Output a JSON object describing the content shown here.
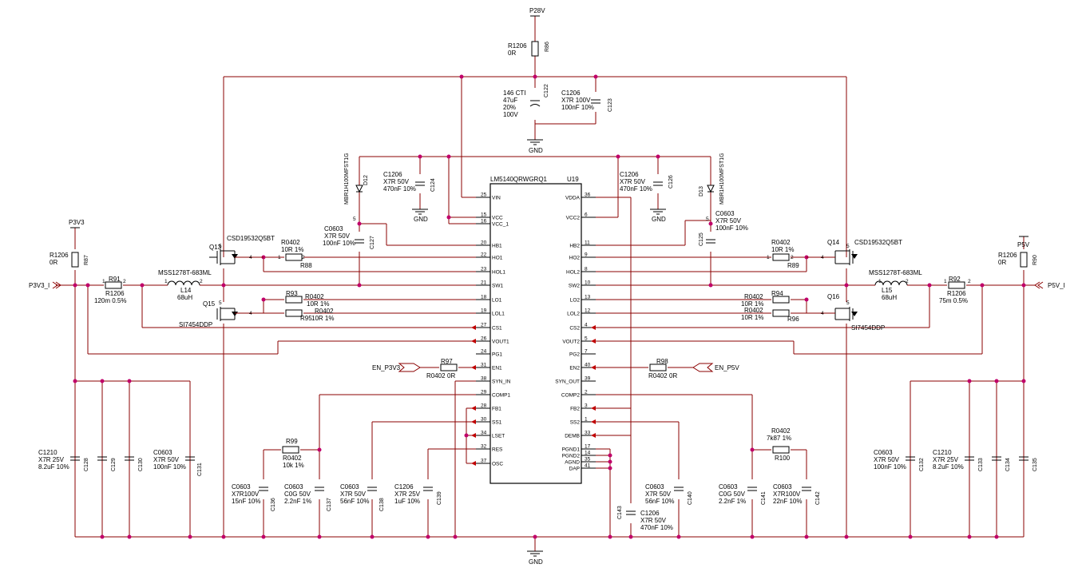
{
  "rails": {
    "top": "P28V",
    "left": "P3V3",
    "right": "P5V",
    "gnd_top": "GND",
    "gnd_bottom": "GND",
    "gnd_c124": "GND",
    "gnd_c126": "GND"
  },
  "ports": {
    "p3v3_i": "P3V3_I",
    "p5v_i": "P5V_I",
    "en_p3v3": "EN_P3V3",
    "en_p5v": "EN_P5V"
  },
  "ic": {
    "part": "LM5140QRWGRQ1",
    "ref": "U19",
    "left_pins": [
      {
        "num": "25",
        "name": "VIN"
      },
      {
        "num": "15",
        "name": "VCC"
      },
      {
        "num": "16",
        "name": "VCC_1"
      },
      {
        "num": "20",
        "name": "HB1"
      },
      {
        "num": "22",
        "name": "HO1"
      },
      {
        "num": "23",
        "name": "HOL1"
      },
      {
        "num": "21",
        "name": "SW1"
      },
      {
        "num": "18",
        "name": "LO1"
      },
      {
        "num": "19",
        "name": "LOL1"
      },
      {
        "num": "27",
        "name": "CS1"
      },
      {
        "num": "26",
        "name": "VOUT1"
      },
      {
        "num": "24",
        "name": "PG1"
      },
      {
        "num": "31",
        "name": "EN1"
      },
      {
        "num": "38",
        "name": "SYN_IN"
      },
      {
        "num": "29",
        "name": "COMP1"
      },
      {
        "num": "28",
        "name": "FB1"
      },
      {
        "num": "30",
        "name": "SS1"
      },
      {
        "num": "34",
        "name": "LSET"
      },
      {
        "num": "32",
        "name": "RES"
      },
      {
        "num": "37",
        "name": "OSC"
      }
    ],
    "right_pins": [
      {
        "num": "36",
        "name": "VDDA"
      },
      {
        "num": "6",
        "name": "VCC2"
      },
      {
        "num": "11",
        "name": "HB2"
      },
      {
        "num": "9",
        "name": "HO2"
      },
      {
        "num": "8",
        "name": "HOL2"
      },
      {
        "num": "10",
        "name": "SW2"
      },
      {
        "num": "13",
        "name": "LO2"
      },
      {
        "num": "12",
        "name": "LOL2"
      },
      {
        "num": "4",
        "name": "CS2"
      },
      {
        "num": "5",
        "name": "VOUT2"
      },
      {
        "num": "7",
        "name": "PG2"
      },
      {
        "num": "40",
        "name": "EN2"
      },
      {
        "num": "39",
        "name": "SYN_OUT"
      },
      {
        "num": "2",
        "name": "COMP2"
      },
      {
        "num": "3",
        "name": "FB2"
      },
      {
        "num": "1",
        "name": "SS2"
      },
      {
        "num": "33",
        "name": "DEMB"
      },
      {
        "num": "17",
        "name": "PGND1"
      },
      {
        "num": "14",
        "name": "PGND2"
      },
      {
        "num": "35",
        "name": "AGND"
      },
      {
        "num": "41",
        "name": "DAP"
      }
    ]
  },
  "transistors": {
    "q13": {
      "ref": "Q13",
      "part": "CSD19532Q5BT"
    },
    "q14": {
      "ref": "Q14",
      "part": "CSD19532Q5BT"
    },
    "q15": {
      "ref": "Q15",
      "part": "SI7454DDP"
    },
    "q16": {
      "ref": "Q16",
      "part": "SI7454DDP"
    }
  },
  "diodes": {
    "d12": {
      "ref": "D12",
      "part": "MBR1H100MFST1G"
    },
    "d13": {
      "ref": "D13",
      "part": "MBR1H100MFST1G"
    }
  },
  "inductors": {
    "l14": {
      "ref": "L14",
      "part": "MSS1278T-683ML",
      "value": "68uH"
    },
    "l15": {
      "ref": "L15",
      "part": "MSS1278T-683ML",
      "value": "68uH"
    }
  },
  "resistors": {
    "r86": {
      "ref": "R86",
      "pkg": "R1206",
      "value": "0R"
    },
    "r87": {
      "ref": "R87",
      "pkg": "R1206",
      "value": "0R"
    },
    "r90": {
      "ref": "R90",
      "pkg": "R1206",
      "value": "0R"
    },
    "r91": {
      "ref": "R91",
      "pkg": "R1206",
      "value": "120m 0.5%"
    },
    "r92": {
      "ref": "R92",
      "pkg": "R1206",
      "value": "75m 0.5%"
    },
    "r88": {
      "ref": "R88",
      "pkg": "R0402",
      "value": "10R 1%"
    },
    "r89": {
      "ref": "R89",
      "pkg": "R0402",
      "value": "10R 1%"
    },
    "r93": {
      "ref": "R93",
      "pkg": "R0402",
      "value": "10R 1%"
    },
    "r95": {
      "ref": "R95",
      "pkg": "R0402",
      "value": "10R 1%"
    },
    "r94": {
      "ref": "R94",
      "pkg": "R0402",
      "value": "10R 1%"
    },
    "r96": {
      "ref": "R96",
      "pkg": "R0402",
      "value": "10R 1%"
    },
    "r97": {
      "ref": "R97",
      "pkg": "R0402",
      "value": "0R"
    },
    "r98": {
      "ref": "R98",
      "pkg": "R0402",
      "value": "0R"
    },
    "r99": {
      "ref": "R99",
      "pkg": "R0402",
      "value": "10k 1%"
    },
    "r100": {
      "ref": "R100",
      "pkg": "R0402",
      "value": "7k87 1%"
    }
  },
  "capacitors": {
    "c122": {
      "ref": "C122",
      "pkg": "146 CTI",
      "l2": "47uF",
      "l3": "20%",
      "l4": "100V"
    },
    "c123": {
      "ref": "C123",
      "pkg": "C1206",
      "l2": "X7R 100V",
      "l3": "100nF 10%"
    },
    "c124": {
      "ref": "C124",
      "pkg": "C1206",
      "l2": "X7R 50V",
      "l3": "470nF 10%"
    },
    "c126": {
      "ref": "C126",
      "pkg": "C1206",
      "l2": "X7R 50V",
      "l3": "470nF 10%"
    },
    "c127": {
      "ref": "C127",
      "pkg": "C0603",
      "l2": "X7R  50V",
      "l3": "100nF 10%"
    },
    "c125": {
      "ref": "C125",
      "pkg": "C0603",
      "l2": "X7R  50V",
      "l3": "100nF 10%"
    },
    "c128": {
      "ref": "C128",
      "pkg": "C1210",
      "l2": "X7R 25V",
      "l3": "8.2uF 10%"
    },
    "c129": {
      "ref": "C129"
    },
    "c130": {
      "ref": "C130"
    },
    "c131": {
      "ref": "C131",
      "pkg": "C0603",
      "l2": "X7R  50V",
      "l3": "100nF 10%"
    },
    "c132": {
      "ref": "C132",
      "pkg": "C0603",
      "l2": "X7R  50V",
      "l3": "100nF 10%"
    },
    "c133": {
      "ref": "C133",
      "pkg": "C1210",
      "l2": "X7R 25V",
      "l3": "8.2uF 10%"
    },
    "c134": {
      "ref": "C134"
    },
    "c135": {
      "ref": "C135"
    },
    "c136": {
      "ref": "C136",
      "pkg": "C0603",
      "l2": "X7R100V",
      "l3": "15nF 10%"
    },
    "c137": {
      "ref": "C137",
      "pkg": "C0603",
      "l2": "C0G 50V",
      "l3": "2.2nF 1%"
    },
    "c138": {
      "ref": "C138",
      "pkg": "C0603",
      "l2": "X7R 50V",
      "l3": "56nF 10%"
    },
    "c139": {
      "ref": "C139",
      "pkg": "C1206",
      "l2": "X7R 25V",
      "l3": "1uF 10%"
    },
    "c140": {
      "ref": "C140",
      "pkg": "C0603",
      "l2": "X7R 50V",
      "l3": "56nF 10%"
    },
    "c141": {
      "ref": "C141",
      "pkg": "C0603",
      "l2": "C0G 50V",
      "l3": "2.2nF 1%"
    },
    "c142": {
      "ref": "C142",
      "pkg": "C0603",
      "l2": "X7R100V",
      "l3": "22nF 10%"
    },
    "c143": {
      "ref": "C143",
      "pkg": "C1206",
      "l2": "X7R 50V",
      "l3": "470nF 10%"
    }
  },
  "pin_labels": {
    "one": "1",
    "two": "2",
    "four": "4",
    "five": "5"
  }
}
